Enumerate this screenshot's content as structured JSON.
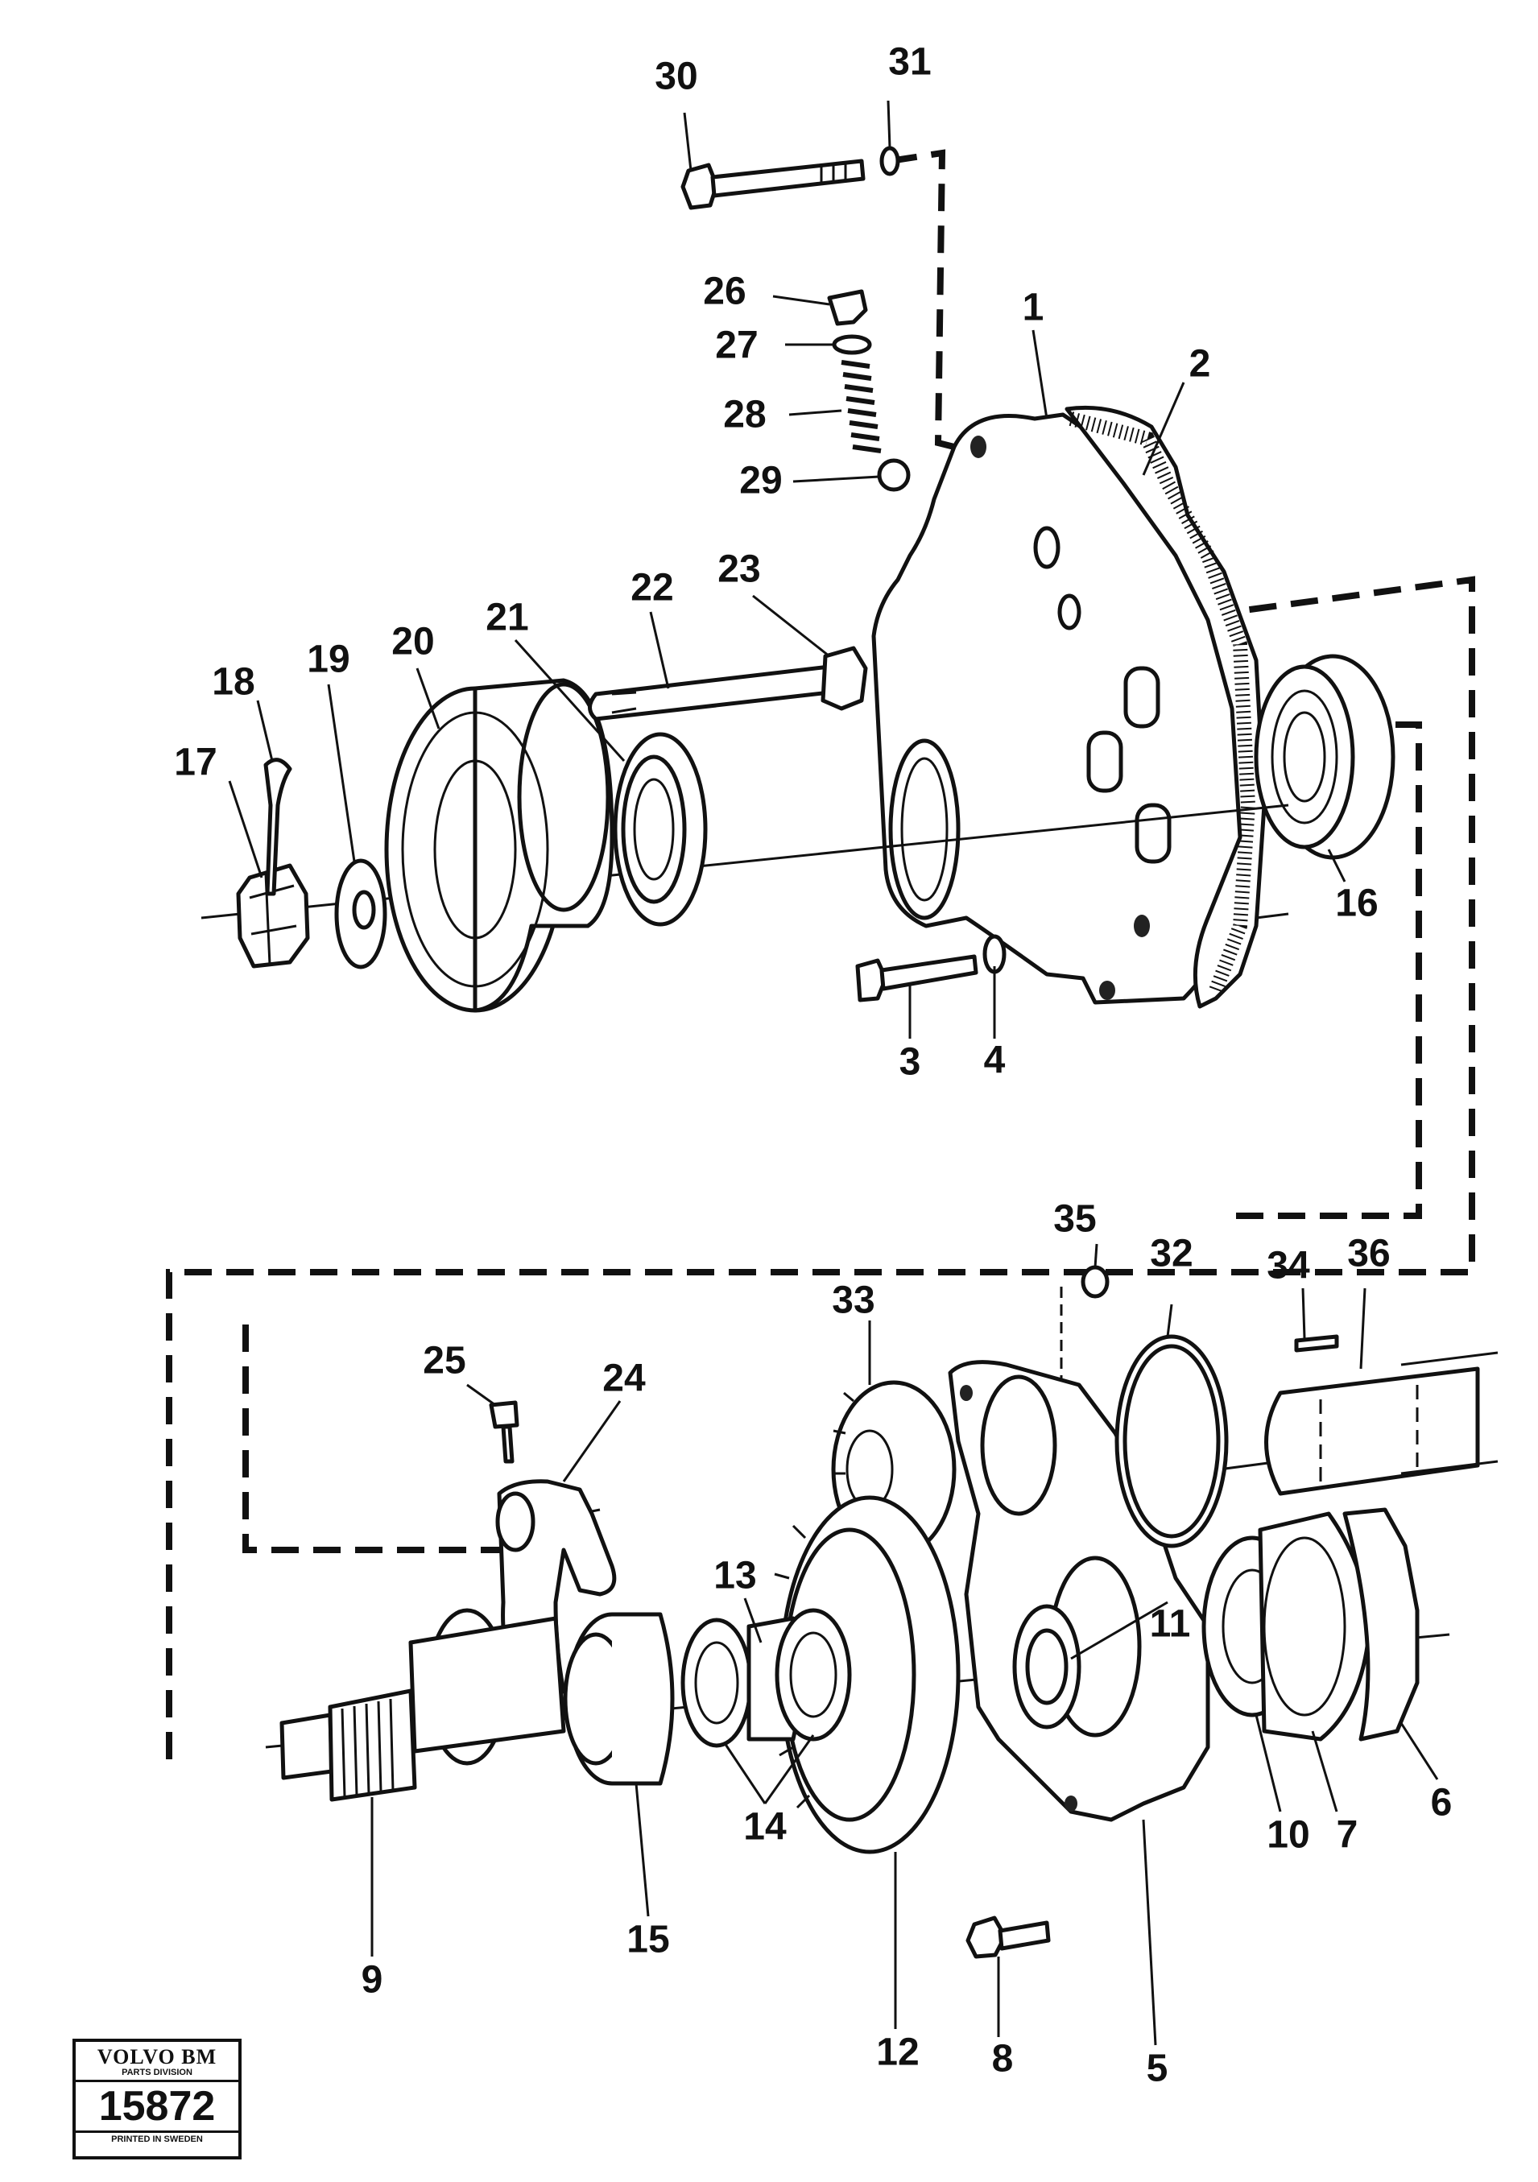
{
  "callouts": {
    "c1": "1",
    "c2": "2",
    "c3": "3",
    "c4": "4",
    "c5": "5",
    "c6": "6",
    "c7": "7",
    "c8": "8",
    "c9": "9",
    "c10": "10",
    "c11": "11",
    "c12": "12",
    "c13": "13",
    "c14": "14",
    "c15": "15",
    "c16": "16",
    "c17": "17",
    "c18": "18",
    "c19": "19",
    "c20": "20",
    "c21": "21",
    "c22": "22",
    "c23": "23",
    "c24": "24",
    "c25": "25",
    "c26": "26",
    "c27": "27",
    "c28": "28",
    "c29": "29",
    "c30": "30",
    "c31": "31",
    "c32": "32",
    "c33": "33",
    "c34": "34",
    "c35": "35",
    "c36": "36"
  },
  "stamp": {
    "brand": "VOLVO BM",
    "division": "PARTS DIVISION",
    "code": "15872",
    "printed": "PRINTED IN SWEDEN"
  }
}
